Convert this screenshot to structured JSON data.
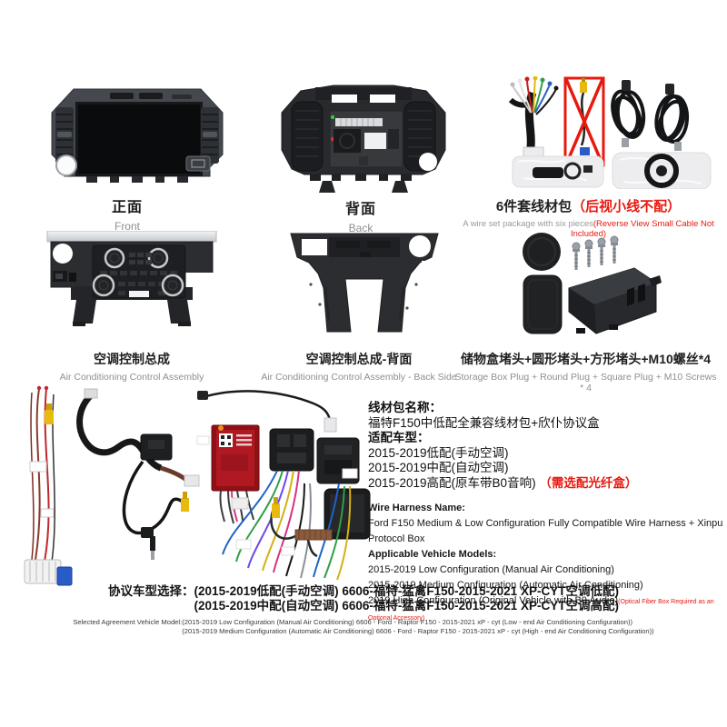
{
  "panels": {
    "front": {
      "zh": "正面",
      "en": "Front"
    },
    "back": {
      "zh": "背面",
      "en": "Back"
    },
    "wire_set": {
      "zh": "6件套线材包",
      "zh_red": "（后视小线不配）",
      "en": "A wire set package with six pieces",
      "en_red": "(Reverse View Small Cable Not Included)"
    },
    "ac_front": {
      "zh": "空调控制总成",
      "en": "Air Conditioning Control Assembly"
    },
    "ac_back": {
      "zh": "空调控制总成-背面",
      "en": "Air Conditioning Control Assembly - Back Side"
    },
    "plugs": {
      "zh": "储物盒堵头+圆形堵头+方形堵头+M10螺丝*4",
      "en": "Storage Box Plug + Round Plug + Square Plug + M10 Screws * 4"
    }
  },
  "harness_info": {
    "zh": {
      "name_label": "线材包名称：",
      "name": "福特F150中低配全兼容线材包+欣仆协议盒",
      "models_label": "适配车型：",
      "model_1": "2015-2019低配(手动空调)",
      "model_2": "2015-2019中配(自动空调)",
      "model_3": "2015-2019高配(原车带B0音响)",
      "model_3_red": "（需选配光纤盒）"
    },
    "en": {
      "name_label": "Wire Harness Name:",
      "name": "Ford F150 Medium & Low Configuration Fully Compatible Wire Harness + Xinpu Protocol Box",
      "models_label": "Applicable Vehicle Models:",
      "model_1": "2015-2019 Low Configuration (Manual Air Conditioning)",
      "model_2": "2015-2019 Medium Configuration (Automatic Air Conditioning)",
      "model_3": "2019 High Configuration (Original Vehicle with B0 Audio)",
      "model_3_red": "(Optical Fiber Box Required as an Optional Accessory)"
    }
  },
  "footer": {
    "zh_label": "协议车型选择：",
    "zh_line_1": "(2015-2019低配(手动空调) 6606-福特-猛禽F150-2015-2021 XP-CYT空调低配)",
    "zh_line_2": "(2015-2019中配(自动空调) 6606-福特-猛禽F150-2015-2021 XP-CYT空调高配)",
    "en_label": "Selected Agreement Vehicle Model:",
    "en_line_1": "(2015-2019 Low Configuration (Manual Air Conditioning) 6606 - Ford - Raptor F150 - 2015-2021 xP - cyt (Low - end Air Conditioning Configuration))",
    "en_line_2": "(2015-2019 Medium Configuration (Automatic Air Conditioning) 6606 - Ford - Raptor F150 - 2015-2021 xP - cyt (High - end Air Conditioning Configuration))"
  },
  "colors": {
    "accent_red": "#e8190f",
    "caption_gray": "#8f8f8f",
    "text_black": "#1a1a1a"
  }
}
